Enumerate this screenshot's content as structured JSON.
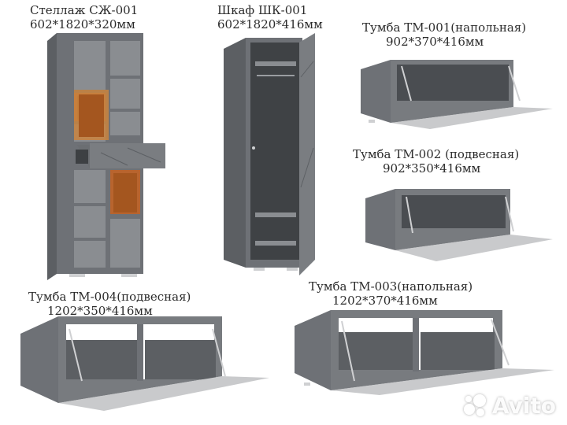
{
  "products": [
    {
      "name": "Стеллаж СЖ-001",
      "dims": "602*1820*320мм"
    },
    {
      "name": "Шкаф ШК-001",
      "dims": "602*1820*416мм"
    },
    {
      "name": "Тумба ТМ-001(напольная)",
      "dims": "902*370*416мм"
    },
    {
      "name": "Тумба ТМ-002 (подвесная)",
      "dims": "902*350*416мм"
    },
    {
      "name": "Тумба ТМ-004(подвесная)",
      "dims": "1202*350*416мм"
    },
    {
      "name": "Тумба ТМ-003(напольная)",
      "dims": "1202*370*416мм"
    }
  ],
  "watermark": {
    "text": "Avito"
  },
  "colors": {
    "body_gray": "#6e7176",
    "panel_dark": "#55585c",
    "door_light": "#c9cacc",
    "wood": "#b8642e",
    "interior_light": "#e9ebee"
  }
}
